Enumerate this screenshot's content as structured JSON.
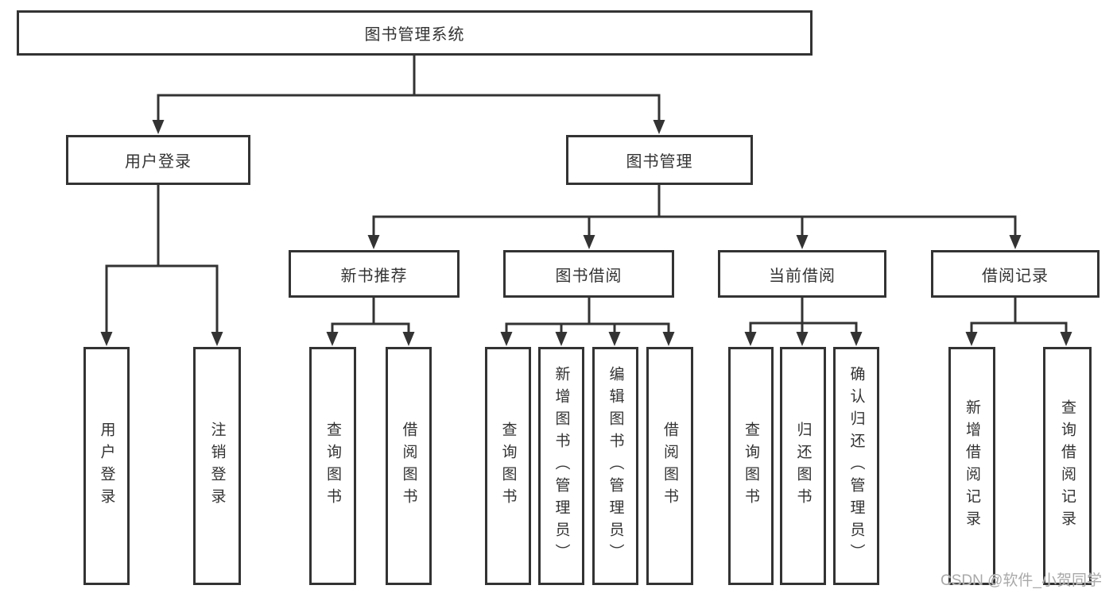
{
  "diagram": {
    "type": "hierarchy-tree",
    "root": {
      "label": "图书管理系统"
    },
    "branches": [
      {
        "label": "用户登录",
        "children": [
          {
            "label": "用户登录"
          },
          {
            "label": "注销登录"
          }
        ]
      },
      {
        "label": "图书管理",
        "children": [
          {
            "label": "新书推荐",
            "children": [
              {
                "label": "查询图书"
              },
              {
                "label": "借阅图书"
              }
            ]
          },
          {
            "label": "图书借阅",
            "children": [
              {
                "label": "查询图书"
              },
              {
                "label": "新增图书（管理员）"
              },
              {
                "label": "编辑图书（管理员）"
              },
              {
                "label": "借阅图书"
              }
            ]
          },
          {
            "label": "当前借阅",
            "children": [
              {
                "label": "查询图书"
              },
              {
                "label": "归还图书"
              },
              {
                "label": "确认归还（管理员）"
              }
            ]
          },
          {
            "label": "借阅记录",
            "children": [
              {
                "label": "新增借阅记录"
              },
              {
                "label": "查询借阅记录"
              }
            ]
          }
        ]
      }
    ]
  },
  "watermark": {
    "text": "CSDN @软件_小贺同学"
  },
  "colors": {
    "line": "#333333",
    "text": "#333333",
    "box_background": "#ffffff",
    "page_background": "#ffffff",
    "watermark": "#a9a9a9"
  }
}
